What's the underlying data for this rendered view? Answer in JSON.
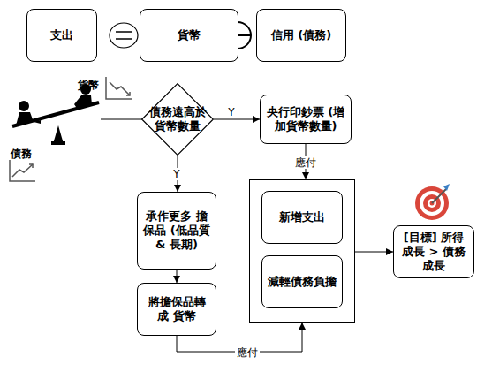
{
  "diagram": {
    "nodes": [
      {
        "text": [
          "支出"
        ]
      },
      {
        "text": [
          "貨幣"
        ]
      },
      {
        "text": [
          "信用 (債務)"
        ]
      },
      {
        "text": [
          "債務遠高於 貨幣數量"
        ]
      },
      {
        "text": [
          "央行印鈔票 (增加貨幣數量)"
        ]
      },
      {
        "text": [
          "承作更多 擔保品 (低品質& 長期)"
        ]
      },
      {
        "text": []
      },
      {
        "text": [
          "新增支出"
        ],
        "in": 6
      },
      {
        "text": [
          "減輕債務負擔"
        ],
        "in": 6
      },
      {
        "text": [
          "[目標] 所得成長 > 債務成長"
        ]
      },
      {
        "text": [
          "將擔保品轉成 貨幣"
        ]
      }
    ],
    "edges": [
      {
        "from": 3,
        "to": 4,
        "label": "Y",
        "arrow": "to"
      },
      {
        "from": 3,
        "to": 5,
        "label": "Y",
        "arrow": "to"
      },
      {
        "from": 4,
        "to": 6,
        "label": "應付",
        "arrow": "to"
      },
      {
        "from": 5,
        "to": 10,
        "arrow": "to"
      },
      {
        "from": 10,
        "to": 6,
        "label": "應付",
        "arrow": "to"
      },
      {
        "from": 6,
        "to": 9,
        "arrow": "to"
      }
    ],
    "labels": [
      "貨幣",
      "債務"
    ]
  }
}
